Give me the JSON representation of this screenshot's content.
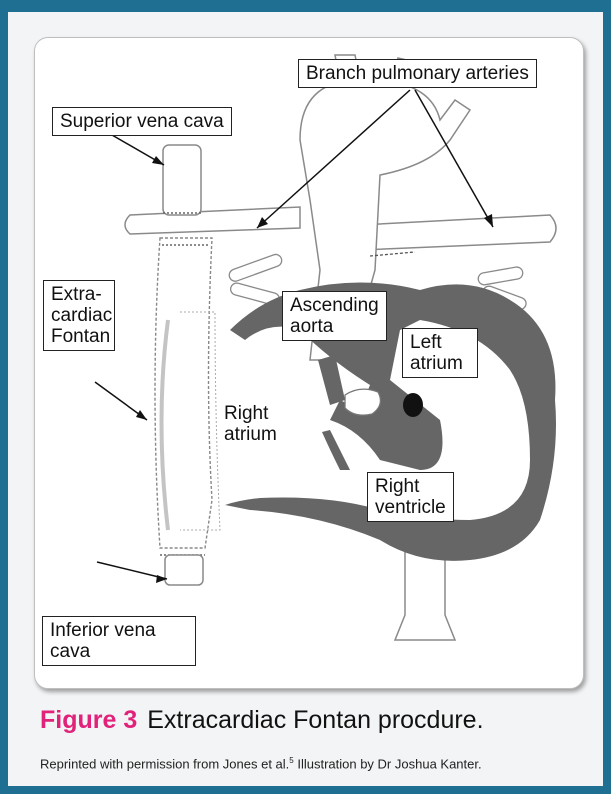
{
  "labels": {
    "branch_pulmonary_arteries": "Branch pulmonary arteries",
    "superior_vena_cava": "Superior vena cava",
    "extracardiac_fontan": "Extra-\ncardiac\nFontan",
    "ascending_aorta": "Ascending\naorta",
    "left_atrium": "Left\natrium",
    "right_atrium": "Right\natrium",
    "right_ventricle": "Right\nventricle",
    "inferior_vena_cava": "Inferior vena\ncava"
  },
  "caption": {
    "figure_number": "Figure 3",
    "title": "Extracardiac Fontan procdure."
  },
  "credit": {
    "text_before": "Reprinted with permission from Jones et al.",
    "reference": "5",
    "text_after": " Illustration by Dr Joshua Kanter."
  },
  "colors": {
    "border": "#1f6f93",
    "figure_label": "#e0227a",
    "heart_dark": "#666666",
    "vessel_outline": "#8a8a8a"
  }
}
